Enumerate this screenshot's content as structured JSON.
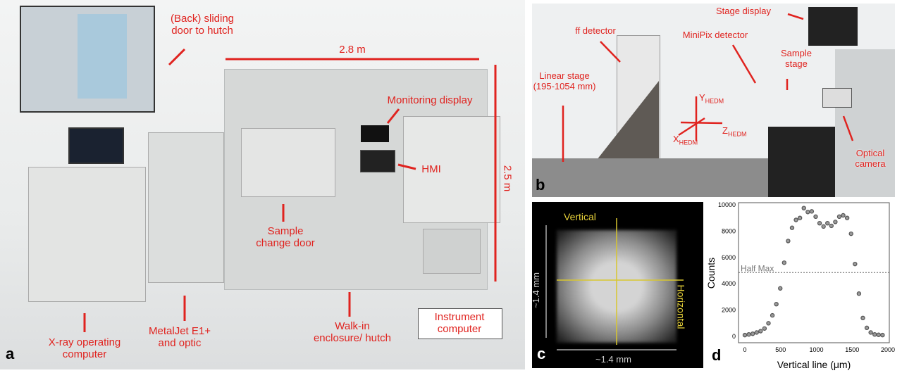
{
  "panel_a": {
    "letter": "a",
    "labels": {
      "back_door": "(Back) sliding door to hutch",
      "width": "2.8 m",
      "height": "2.5 m",
      "monitoring": "Monitoring display",
      "hmi": "HMI",
      "sample_door": "Sample change door",
      "xray": "X-ray operating computer",
      "metaljet": "MetalJet E1+ and optic",
      "walkin": "Walk-in enclosure/ hutch",
      "instrument": "Instrument computer"
    }
  },
  "panel_b": {
    "letter": "b",
    "labels": {
      "stage_display": "Stage display",
      "ff": "ff detector",
      "minipix": "MiniPix detector",
      "sample_stage": "Sample stage",
      "linear": "Linear stage (195-1054 mm)",
      "optical": "Optical camera",
      "y": "Y",
      "x": "X",
      "z": "Z",
      "sub": "HEDM"
    }
  },
  "panel_c": {
    "letter": "c",
    "vertical": "Vertical",
    "horizontal": "Horizontal",
    "size_v": "~1.4 mm",
    "size_h": "~1.4 mm"
  },
  "chart_data": {
    "type": "scatter",
    "letter": "d",
    "xlabel": "Vertical line (μm)",
    "ylabel": "Counts",
    "xlim": [
      -150,
      2000
    ],
    "ylim": [
      -400,
      10200
    ],
    "xticks": [
      0,
      500,
      1000,
      1500,
      2000
    ],
    "yticks": [
      0,
      2000,
      4000,
      6000,
      8000,
      10000
    ],
    "half_max_label": "Half Max",
    "half_max": 4850,
    "x": [
      0,
      55,
      110,
      165,
      220,
      275,
      330,
      385,
      440,
      495,
      550,
      605,
      660,
      715,
      770,
      825,
      880,
      935,
      990,
      1045,
      1100,
      1155,
      1210,
      1265,
      1320,
      1375,
      1430,
      1485,
      1540,
      1595,
      1650,
      1705,
      1760,
      1815,
      1870,
      1925
    ],
    "y": [
      100,
      150,
      200,
      300,
      400,
      600,
      1000,
      1600,
      2450,
      3650,
      5600,
      7250,
      8250,
      8850,
      9000,
      9750,
      9450,
      9500,
      9100,
      8600,
      8350,
      8600,
      8400,
      8700,
      9100,
      9200,
      9000,
      7800,
      5500,
      3250,
      1400,
      650,
      300,
      150,
      120,
      100
    ]
  }
}
